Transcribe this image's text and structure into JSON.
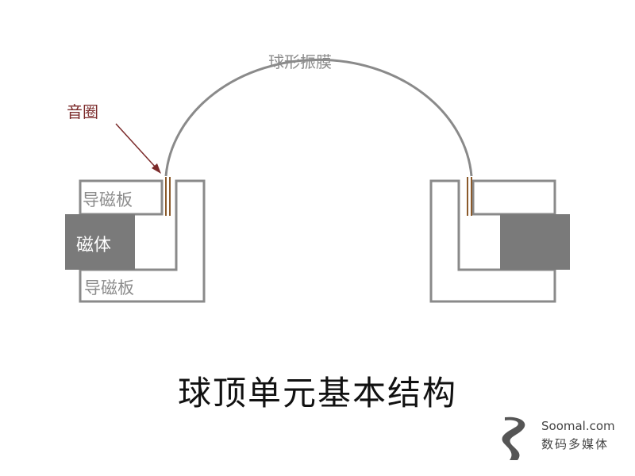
{
  "labels": {
    "dome": "球形振膜",
    "voice_coil": "音圈",
    "top_plate": "导磁板",
    "magnet": "磁体",
    "bottom_plate": "导磁板",
    "title": "球顶单元基本结构"
  },
  "brand": {
    "name": "Soomal.com",
    "subtitle": "数码多媒体"
  },
  "colors": {
    "structure_gray": "#8a8a8a",
    "magnet_fill": "#7a7a7a",
    "coil": "#8b5a2b",
    "annotation": "#7b2a2a",
    "text_gray": "#8c8c8c",
    "title": "#111111",
    "brand_mark": "#555555"
  }
}
